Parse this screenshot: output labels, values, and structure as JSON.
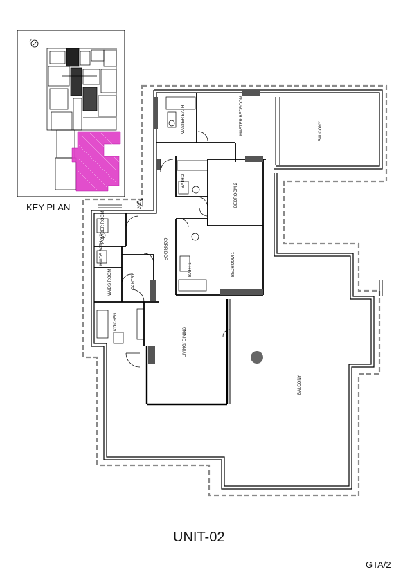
{
  "key_plan": {
    "label": "KEY PLAN"
  },
  "unit": {
    "title": "UNIT-02",
    "drawing_code": "GTA/2",
    "door_mark": "202"
  },
  "rooms": {
    "master_bedroom": "MASTER BEDROOM",
    "master_bath": "MASTER BATH",
    "balcony_top": "BALCONY",
    "bath2": "BATH 2",
    "bedroom2": "BEDROOM 2",
    "corridor": "CORRIDOR",
    "powder_room": "POWDER ROOM",
    "maids_bath": "MAIDS BATH",
    "maids_room": "MAIDS ROOM",
    "pantry": "PANTRY",
    "bath1": "BATH 1",
    "bedroom1": "BEDROOM 1",
    "kitchen": "KITCHEN",
    "living_dining": "LIVING/ DINING",
    "balcony_main": "BALCONY"
  },
  "colors": {
    "highlight": "#e040c8",
    "wall": "#000000",
    "outline": "#8a8a8a",
    "column": "#555555"
  }
}
